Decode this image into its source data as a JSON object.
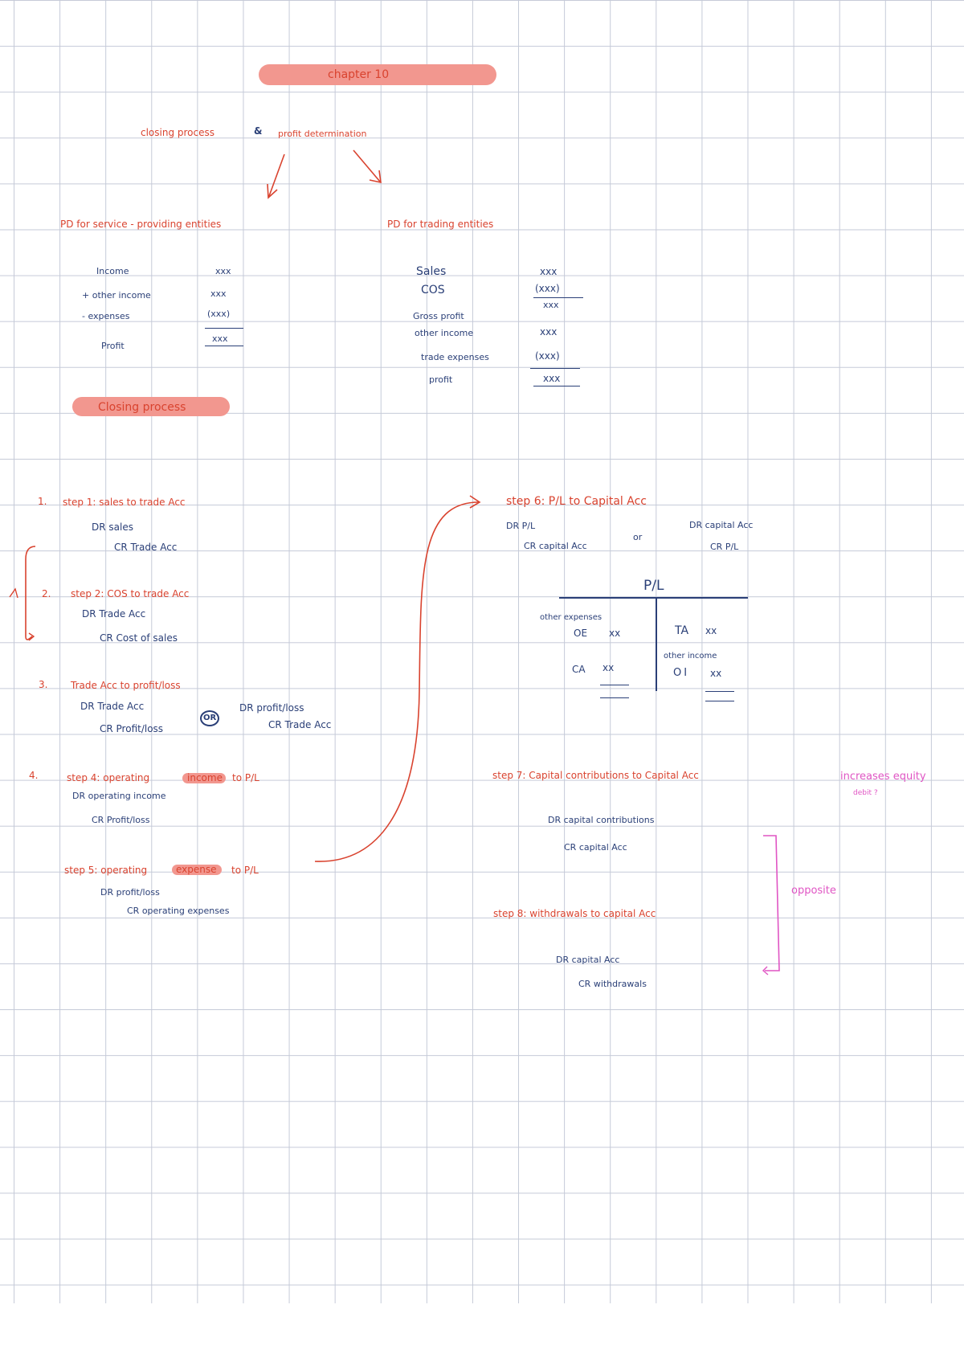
{
  "chapter": "chapter 10",
  "top": {
    "a": "closing process",
    "amp": "&",
    "b": "profit determination",
    "pd_service": "PD for service - providing entities",
    "pd_trading": "PD for trading entities"
  },
  "service": {
    "income": "Income",
    "income_val": "xxx",
    "other_income": "+ other income",
    "other_income_val": "xxx",
    "expenses": "- expenses",
    "expenses_val": "(xxx)",
    "profit": "Profit",
    "profit_val": "xxx"
  },
  "trading": {
    "sales": "Sales",
    "sales_val": "xxx",
    "cos": "COS",
    "cos_val": "(xxx)",
    "gp_val": "xxx",
    "gross_profit": "Gross profit",
    "other_income": "other income",
    "other_income_val": "xxx",
    "trade_exp": "trade expenses",
    "trade_exp_val": "(xxx)",
    "profit": "profit",
    "profit_val": "xxx"
  },
  "closing_title": "Closing process",
  "steps": {
    "s1": {
      "num": "1.",
      "title": "step 1: sales to trade Acc",
      "dr": "DR sales",
      "cr": "CR Trade Acc"
    },
    "s2": {
      "num": "2.",
      "title": "step 2: COS to trade Acc",
      "dr": "DR Trade Acc",
      "cr": "CR Cost of sales"
    },
    "s3": {
      "num": "3.",
      "title": "Trade Acc to profit/loss",
      "dr": "DR Trade Acc",
      "cr": "CR Profit/loss",
      "or": "OR",
      "dr2": "DR profit/loss",
      "cr2": "CR Trade Acc"
    },
    "s4": {
      "num": "4.",
      "title_a": "step 4: operating",
      "title_hl": "income",
      "title_b": "to P/L",
      "dr": "DR operating income",
      "cr": "CR Profit/loss"
    },
    "s5": {
      "title_a": "step 5: operating",
      "title_hl": "expense",
      "title_b": "to P/L",
      "dr": "DR profit/loss",
      "cr": "CR operating expenses"
    },
    "s6": {
      "title": "step 6: P/L to Capital Acc",
      "dr": "DR P/L",
      "cr": "CR capital Acc",
      "or": "or",
      "dr2": "DR capital Acc",
      "cr2": "CR P/L"
    },
    "s7": {
      "title": "step 7: Capital contributions to Capital Acc",
      "dr": "DR capital contributions",
      "cr": "CR capital Acc",
      "note1": "increases equity",
      "note2": "debit ?"
    },
    "s8": {
      "title": "step 8: withdrawals to capital Acc",
      "dr": "DR capital Acc",
      "cr": "CR withdrawals",
      "note": "opposite"
    }
  },
  "pl": {
    "title": "P/L",
    "other_expenses": "other expenses",
    "oe": "OE",
    "oe_val": "xx",
    "ta": "TA",
    "ta_val": "xx",
    "other_income": "other income",
    "ca": "CA",
    "ca_val": "xx",
    "oi": "OI",
    "oi_val": "xx"
  },
  "colors": {
    "red": "#d9432f",
    "blue": "#2a3f77",
    "pink": "#e055c4",
    "highlight": "#f2978f"
  }
}
